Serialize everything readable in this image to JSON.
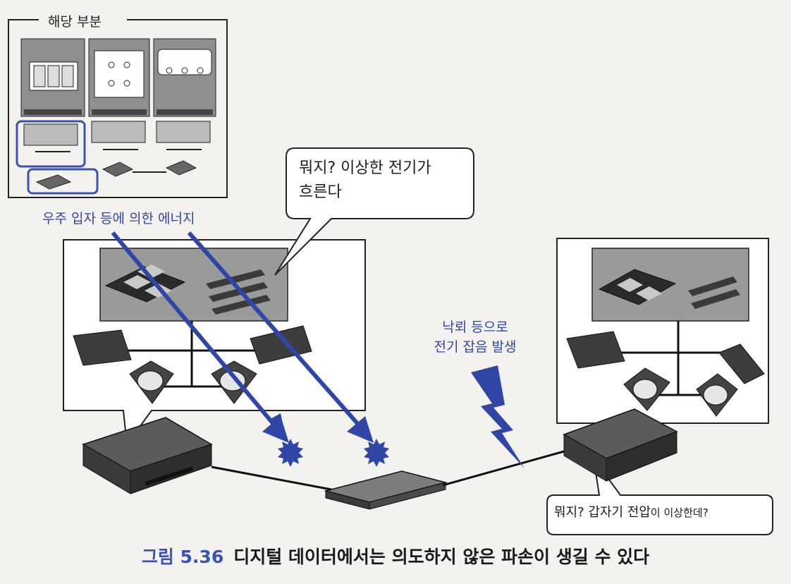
{
  "inset": {
    "title": "해당 부분"
  },
  "bubbles": {
    "left_line1": "뭐지? 이상한 전기가",
    "left_line2": "흐른다",
    "right_a": "뭐지? 갑자기 전압",
    "right_b": "이 이상한데?"
  },
  "labels": {
    "cosmic": "우주 입자 등에 의한 에너지",
    "lightning_line1": "낙뢰 등으로",
    "lightning_line2": "전기 잡음 발생"
  },
  "caption": {
    "figure": "그림 5.36",
    "text": "디지털 데이터에서는 의도하지 않은 파손이 생길 수 있다"
  },
  "colors": {
    "accent_blue": "#3a52b5",
    "arrow_blue": "#2f46a6",
    "panel_gray": "#9a9a9a",
    "ink": "#1d1d1d"
  }
}
